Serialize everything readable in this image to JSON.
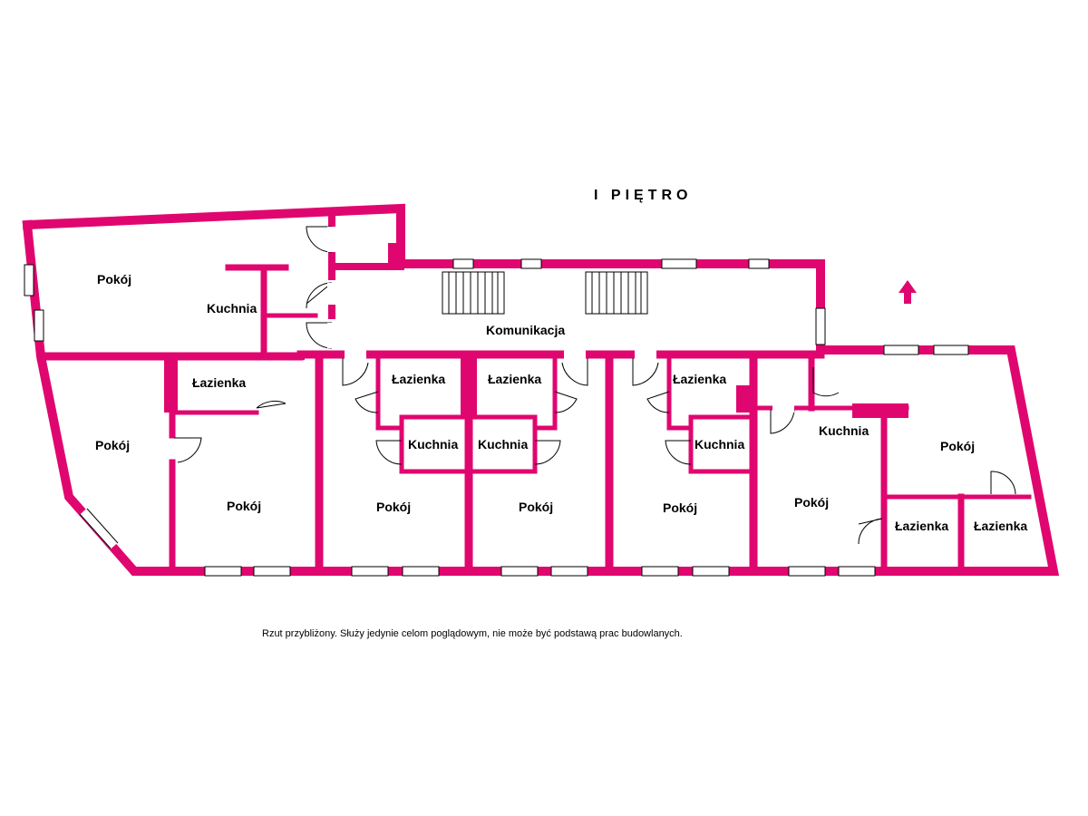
{
  "floor_title": "I PIĘTRO",
  "note": "Rzut przybliżony. Służy jedynie celom poglądowym, nie może być podstawą prac budowlanych.",
  "colors": {
    "wall": "#e0066f",
    "line": "#000000",
    "background": "#ffffff"
  },
  "north_arrow_icon": "north-arrow-icon",
  "rooms": [
    {
      "name": "Pokój"
    },
    {
      "name": "Kuchnia"
    },
    {
      "name": "Komunikacja"
    },
    {
      "name": "Łazienka"
    },
    {
      "name": "Pokój"
    },
    {
      "name": "Pokój"
    },
    {
      "name": "Łazienka"
    },
    {
      "name": "Kuchnia"
    },
    {
      "name": "Pokój"
    },
    {
      "name": "Łazienka"
    },
    {
      "name": "Kuchnia"
    },
    {
      "name": "Pokój"
    },
    {
      "name": "Łazienka"
    },
    {
      "name": "Kuchnia"
    },
    {
      "name": "Pokój"
    },
    {
      "name": "Kuchnia"
    },
    {
      "name": "Pokój"
    },
    {
      "name": "Pokój"
    },
    {
      "name": "Łazienka"
    },
    {
      "name": "Łazienka"
    }
  ]
}
